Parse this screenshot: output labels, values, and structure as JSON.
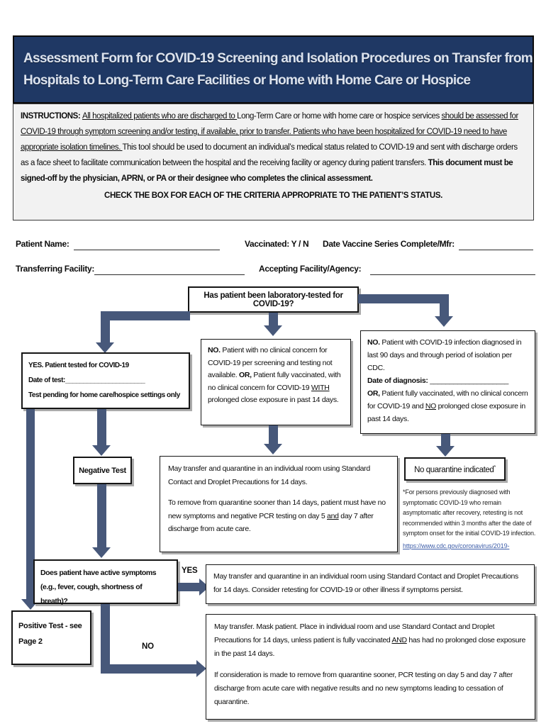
{
  "colors": {
    "header_bg": "#1F3864",
    "arrow": "#47587A",
    "instructions_bg": "#F2F2F2",
    "link_blue": "#3E5EA9"
  },
  "header": {
    "title_line1": "Assessment Form for COVID-19 Screening and Isolation Procedures on Transfer from",
    "title_line2": "Hospitals to Long-Term Care Facilities or Home with Home Care or Hospice"
  },
  "instructions": {
    "label": "INSTRUCTIONS: ",
    "u1": "All hospitalized patients who are discharged to ",
    "p1": "Long-Term Care or home with home care or hospice services ",
    "u2": "should be assessed for COVID-19 through symptom screening and/or testing, if available, prior to transfer. ",
    "u3": "Patients who have been hospitalized for COVID-19 need to have appropriate isolation timelines. ",
    "p2": "This tool should be used to document an individual’s medical status related to COVID-19 and sent with discharge orders as a face sheet to facilitate communication between the hospital and the receiving facility or agency during patient transfers. ",
    "bold_end": "This document must be signed-off by the physician, APRN, or PA or their designee who completes the clinical assessment.",
    "check_line": "CHECK THE BOX FOR EACH OF THE CRITERIA APPROPRIATE TO THE PATIENT’S STATUS."
  },
  "patient": {
    "name_label": "Patient Name:",
    "vaccinated_label": "Vaccinated:  Y / N",
    "vaccine_date_label": "Date Vaccine Series Complete/Mfr:",
    "transferring_label": "Transferring Facility:",
    "accepting_label": "Accepting Facility/Agency:"
  },
  "flow": {
    "top_question": "Has patient been laboratory-tested for COVID-19?",
    "yes_tested": {
      "l1": "YES. Patient tested for COVID-19",
      "l2_label": "Date of test:",
      "l2_blank": "______________________",
      "l3": "Test pending for home care/hospice settings only"
    },
    "no_screen": {
      "b1": "NO.",
      "t1": " Patient with no clinical concern for COVID-19 per screening and testing not available. ",
      "b2": "OR,",
      "t2": " Patient fully vaccinated, with no clinical concern for COVID-19 ",
      "u1": "WITH",
      "t3": " prolonged close exposure in past 14 days."
    },
    "no_diagnosed": {
      "b1": "NO.",
      "t1": " Patient with COVID-19 infection diagnosed in last 90 days and through period of isolation per CDC.",
      "b2": "Date of diagnosis:",
      "blank": " ____________________",
      "b3": "OR,",
      "t2": " Patient fully vaccinated, with no clinical concern for COVID-19 and ",
      "u1": "NO",
      "t3": " prolonged close exposure in past 14 days."
    },
    "negative_test": "Negative Test",
    "quarantine": {
      "p1": "May transfer and quarantine in an individual room using Standard Contact and Droplet Precautions for 14 days.",
      "p2a": "To remove from quarantine sooner than 14 days, patient must have no new symptoms and negative PCR testing on day 5 ",
      "p2u": "and",
      "p2b": " day 7 after discharge from acute care."
    },
    "no_quarantine": {
      "text": "No quarantine indicated",
      "asterisk": "*"
    },
    "footnote_text": "*For persons previously diagnosed with symptomatic COVID-19 who remain asymptomatic after recovery, retesting is not recommended within 3 months after the date of symptom onset for the initial COVID-19 infection.",
    "footnote_link": "https://www.cdc.gov/coronavirus/2019-",
    "symptoms_question": "Does patient have active symptoms (e.g., fever, cough, shortness of breath)?",
    "yes_label": "YES",
    "no_label": "NO",
    "positive_test": "Positive Test - see Page 2",
    "yes_result": "May transfer and quarantine in an individual room using Standard Contact and Droplet Precautions for 14 days. Consider retesting for COVID-19 or other illness if symptoms persist.",
    "no_result": {
      "p1a": "May transfer. Mask patient. Place in individual room and use Standard Contact and Droplet Precautions for 14 days, unless patient is fully vaccinated ",
      "p1u": "AND",
      "p1b": " has had no prolonged close exposure in the past 14 days.",
      "p2": "If consideration is made to remove from quarantine sooner, PCR testing on day 5 and day 7 after discharge from acute care with negative results and no new symptoms leading to cessation of quarantine."
    }
  }
}
